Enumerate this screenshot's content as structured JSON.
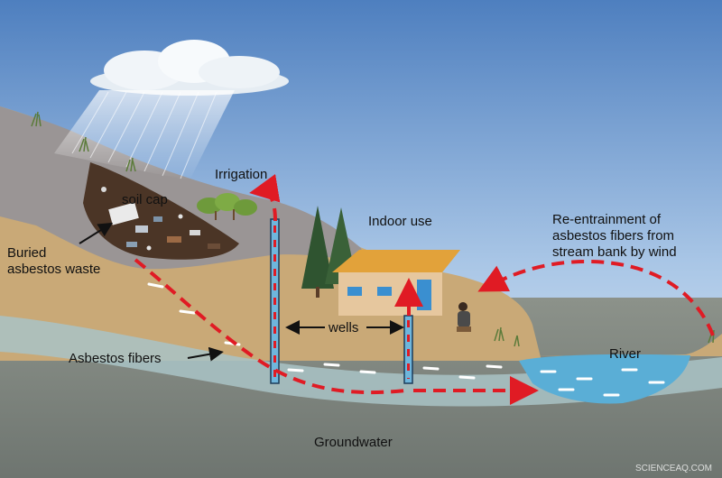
{
  "labels": {
    "irrigation": "Irrigation",
    "soil_cap": "soil cap",
    "indoor_use": "Indoor use",
    "buried_line1": "Buried",
    "buried_line2": "asbestos waste",
    "wells": "wells",
    "asbestos_fibers": "Asbestos fibers",
    "reentrain_line1": "Re-entrainment of",
    "reentrain_line2": "asbestos fibers from",
    "reentrain_line3": "stream bank by wind",
    "river": "River",
    "groundwater": "Groundwater"
  },
  "watermark": "SCIENCEAQ.COM",
  "colors": {
    "flow_arrow": "#e01b24",
    "groundwater_band": "#a9c3c6",
    "river": "#5aaed6",
    "sky_top": "#4e7fbf",
    "soil": "#c9a977"
  },
  "icons": [
    "cloud-icon",
    "rain-icon",
    "tree-icon",
    "house-icon",
    "person-icon",
    "grass-icon"
  ]
}
